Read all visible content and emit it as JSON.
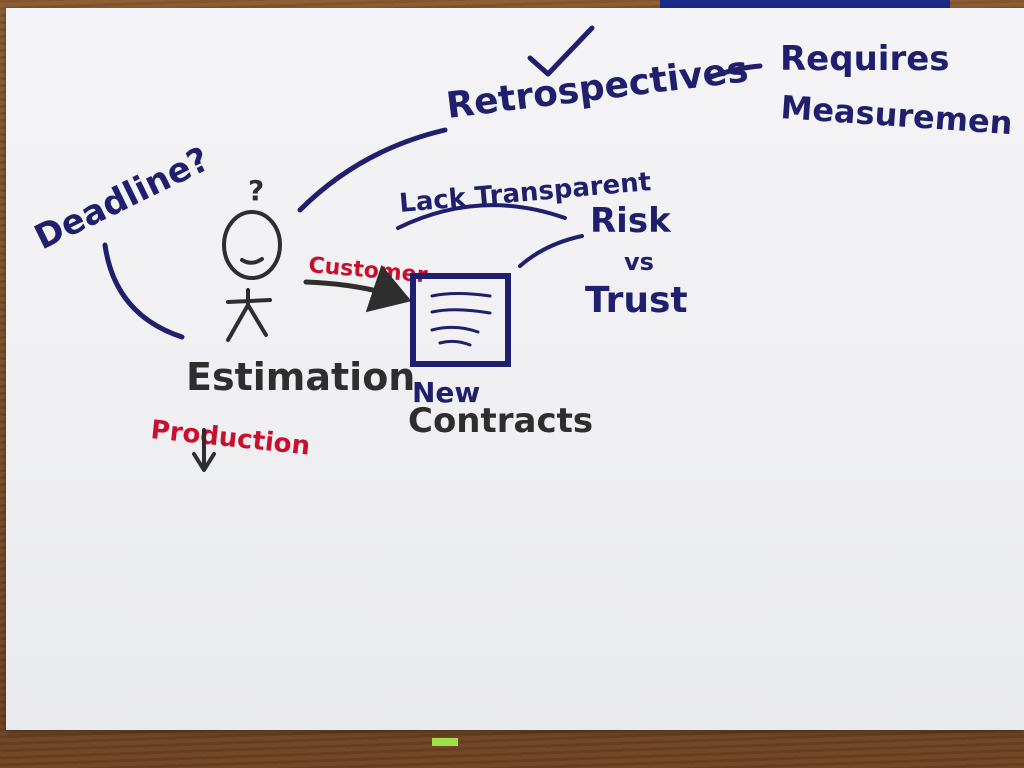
{
  "colors": {
    "navy_marker": "#1f1f6e",
    "black_marker": "#2e2e2e",
    "red_marker": "#c8102e",
    "paper": "#f2f2f5",
    "desk": "#7a4a25"
  },
  "notes": {
    "retrospectives": "Retrospectives",
    "requires": "Requires",
    "measurement": "Measuremen",
    "deadline": "Deadline?",
    "head_question": "?",
    "estimation": "Estimation",
    "customer": "Customer",
    "production": "Production",
    "lack_transparent": "Lack Transparent",
    "risk": "Risk",
    "vs": "vs",
    "trust": "Trust",
    "new": "New",
    "contracts": "Contracts"
  },
  "icons": [
    "checkmark-icon",
    "stick-figure-icon",
    "document-icon"
  ]
}
